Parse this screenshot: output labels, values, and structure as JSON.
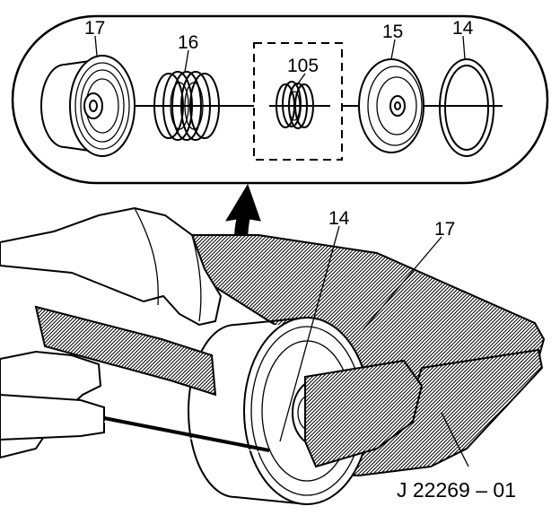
{
  "inset": {
    "callouts": {
      "piston": "17",
      "spring": "16",
      "small_spring": "105",
      "retainer": "15",
      "snap_ring": "14"
    }
  },
  "main": {
    "callouts": {
      "snap_ring": "14",
      "piston": "17"
    }
  },
  "caption": "J 22269 – 01"
}
